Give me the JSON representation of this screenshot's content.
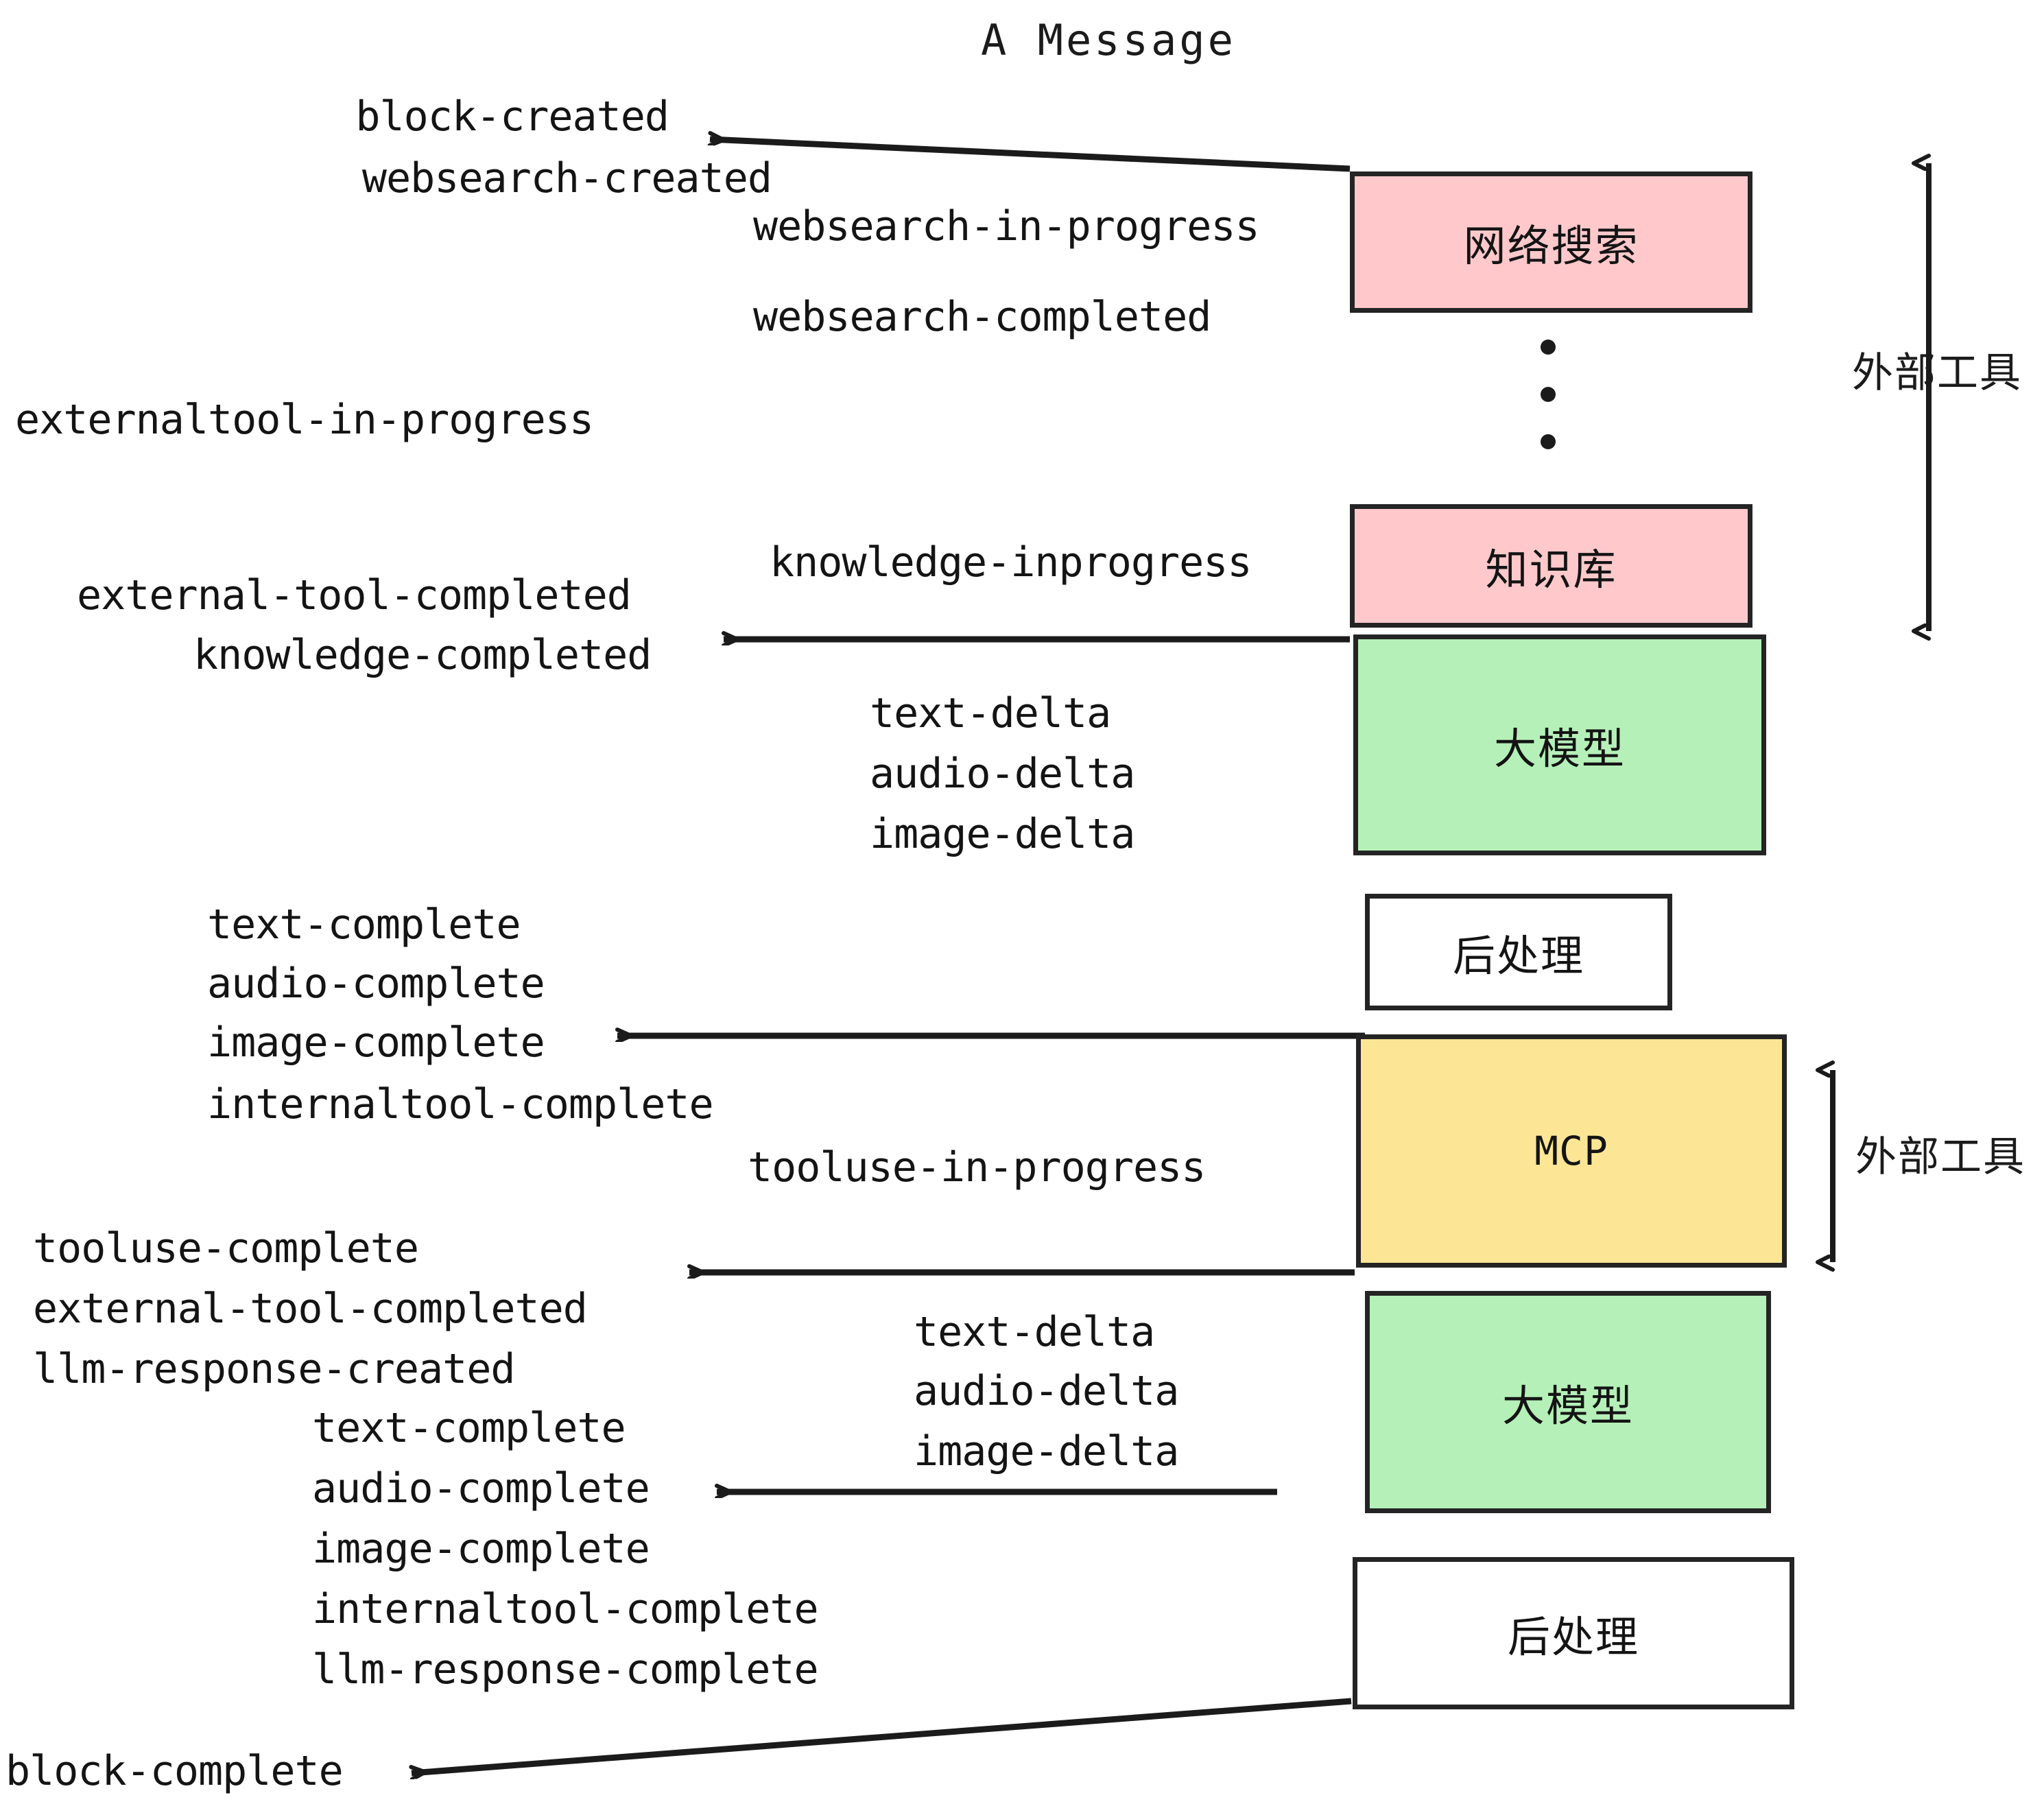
{
  "diagram": {
    "title": "A Message",
    "nodes": [
      {
        "id": "websearch",
        "label": "网络搜索",
        "color": "#FFC9CB",
        "kind": "pink"
      },
      {
        "id": "knowledge",
        "label": "知识库",
        "color": "#FFC9CB",
        "kind": "pink"
      },
      {
        "id": "llm1",
        "label": "大模型",
        "color": "#B5F0B8",
        "kind": "green"
      },
      {
        "id": "postproc1",
        "label": "后处理",
        "color": "#FFFFFF",
        "kind": "white"
      },
      {
        "id": "mcp",
        "label": "MCP",
        "color": "#FCE695",
        "kind": "yellow"
      },
      {
        "id": "llm2",
        "label": "大模型",
        "color": "#B5F0B8",
        "kind": "green"
      },
      {
        "id": "postproc2",
        "label": "后处理",
        "color": "#FFFFFF",
        "kind": "white"
      }
    ],
    "side_braces": [
      {
        "id": "brace-top",
        "label": "外部工具"
      },
      {
        "id": "brace-bottom",
        "label": "外部工具"
      }
    ],
    "ellipsis": "⋮",
    "events": {
      "block_created": "block-created",
      "websearch_created": "websearch-created",
      "websearch_in_progress": "websearch-in-progress",
      "websearch_completed": "websearch-completed",
      "externaltool_in_progress": "externaltool-in-progress",
      "knowledge_inprogress": "knowledge-inprogress",
      "external_tool_completed_1": "external-tool-completed",
      "knowledge_completed": "knowledge-completed",
      "text_delta_1": "text-delta",
      "audio_delta_1": "audio-delta",
      "image_delta_1": "image-delta",
      "text_complete_1": "text-complete",
      "audio_complete_1": "audio-complete",
      "image_complete_1": "image-complete",
      "internaltool_complete_1": "internaltool-complete",
      "tooluse_in_progress": "tooluse-in-progress",
      "tooluse_complete": "tooluse-complete",
      "external_tool_completed_2": "external-tool-completed",
      "llm_response_created": "llm-response-created",
      "text_delta_2": "text-delta",
      "audio_delta_2": "audio-delta",
      "image_delta_2": "image-delta",
      "text_complete_2": "text-complete",
      "audio_complete_2": "audio-complete",
      "image_complete_2": "image-complete",
      "internaltool_complete_2": "internaltool-complete",
      "llm_response_complete": "llm-response-complete",
      "block_complete": "block-complete"
    }
  }
}
